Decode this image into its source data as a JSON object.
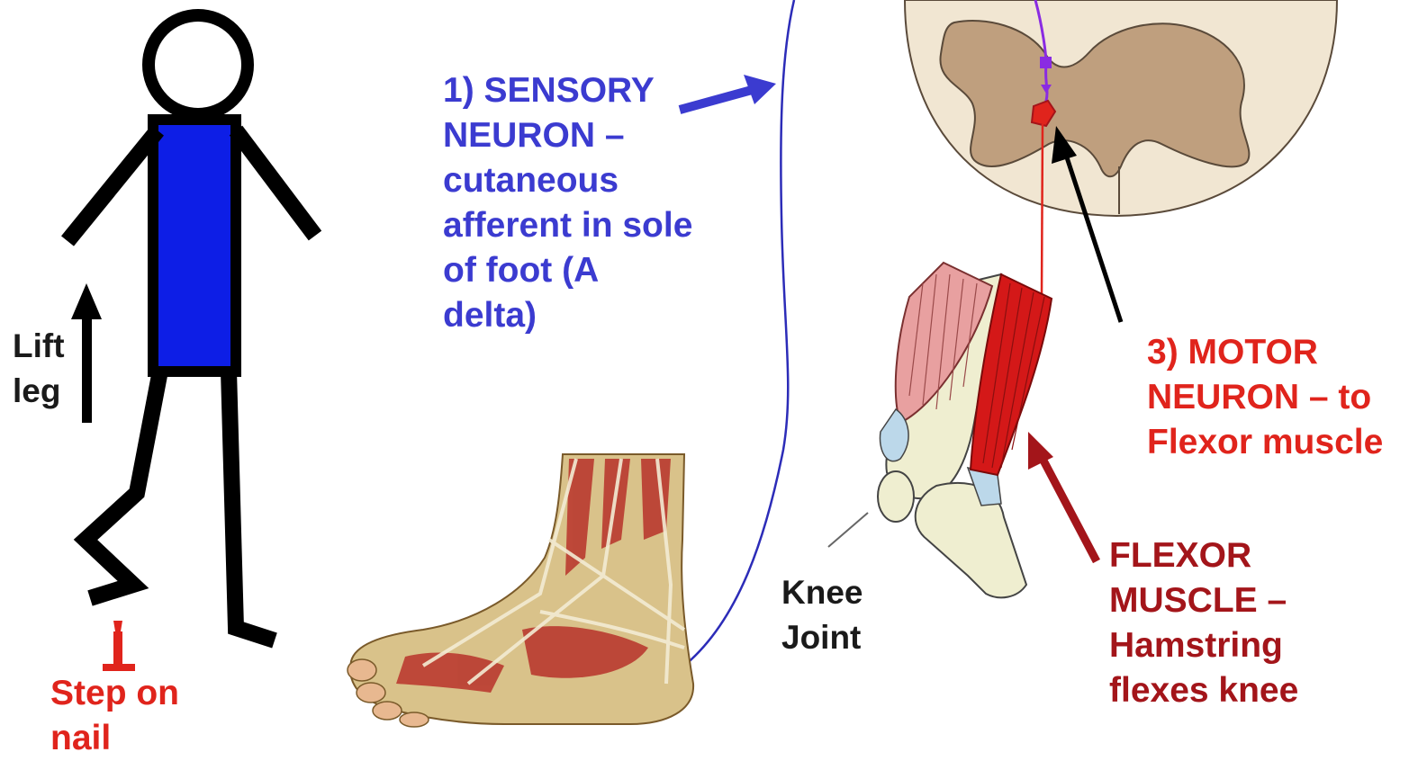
{
  "labels": {
    "lift_leg": [
      "Lift",
      "leg"
    ],
    "step_on_nail": [
      "Step on",
      "nail"
    ],
    "sensory_neuron": [
      "1) SENSORY",
      "NEURON –",
      "cutaneous",
      "afferent in sole",
      "of foot (A",
      "delta)"
    ],
    "motor_neuron": [
      "3) MOTOR",
      "NEURON – to",
      "Flexor muscle"
    ],
    "flexor_muscle": [
      "FLEXOR",
      "MUSCLE –",
      "Hamstring",
      "flexes knee"
    ],
    "knee_joint": [
      "Knee",
      "Joint"
    ]
  },
  "colors": {
    "sensory_blue": "#3b3bd0",
    "motor_red": "#e0241c",
    "flexor_darkred": "#a3151a",
    "interneuron_purple": "#8a2be2",
    "figure_body_blue": "#0d1ee6",
    "spinal_white_matter": "#f1e6d2",
    "spinal_gray_matter": "#bf9f7e",
    "muscle_red": "#d41818",
    "muscle_pink": "#e8a0a0",
    "bone_cream": "#efeed0",
    "cartilage_blue": "#bcd8ea"
  },
  "icons": {
    "stick_figure": "stick-figure-icon",
    "nail": "nail-icon",
    "foot": "foot-anatomy-icon",
    "knee": "knee-anatomy-icon",
    "spinal_cord": "spinal-cord-cross-section-icon"
  }
}
